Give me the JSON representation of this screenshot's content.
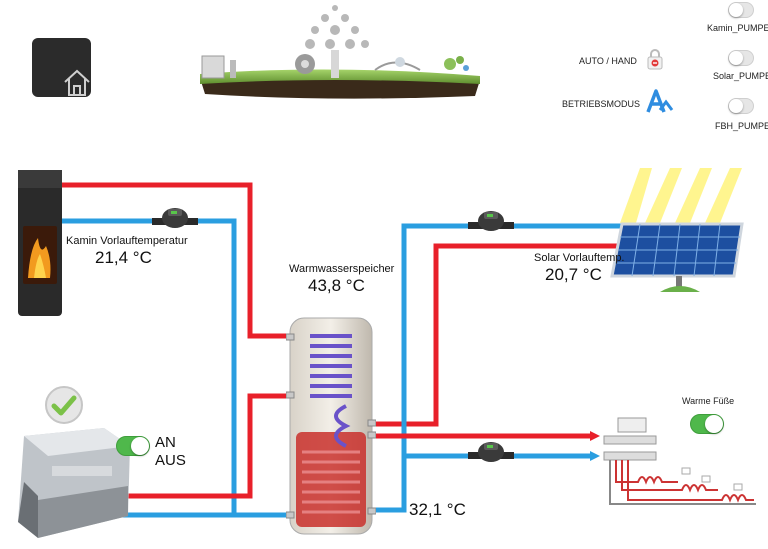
{
  "header": {
    "home_icon": "house-outline-icon",
    "banner_icon": "garden-irrigation-banner"
  },
  "controls": {
    "kamin_pumpe_label": "Kamin_PUMPE",
    "solar_pumpe_label": "Solar_PUMPE",
    "fbh_pumpe_label": "FBH_PUMPE",
    "auto_hand_label": "AUTO / HAND",
    "auto_hand_icon": "lock-icon",
    "betriebsmodus_label": "BETRIEBSMODUS",
    "betriebsmodus_icon": "auto-mode-icon"
  },
  "diagram": {
    "kamin_label": "Kamin Vorlauftemperatur",
    "kamin_value": "21,4 °C",
    "speicher_label": "Warmwasserspeicher",
    "speicher_value": "43,8 °C",
    "solar_label": "Solar Vorlauftemp.",
    "solar_value": "20,7 °C",
    "return_value": "32,1 °C",
    "warme_fuesse_label": "Warme Füße",
    "boiler_on_label": "AN",
    "boiler_off_label": "AUS"
  },
  "colors": {
    "hot_pipe": "#e8202a",
    "cold_pipe": "#2a9ee0",
    "toggle_on": "#4fb84b"
  }
}
